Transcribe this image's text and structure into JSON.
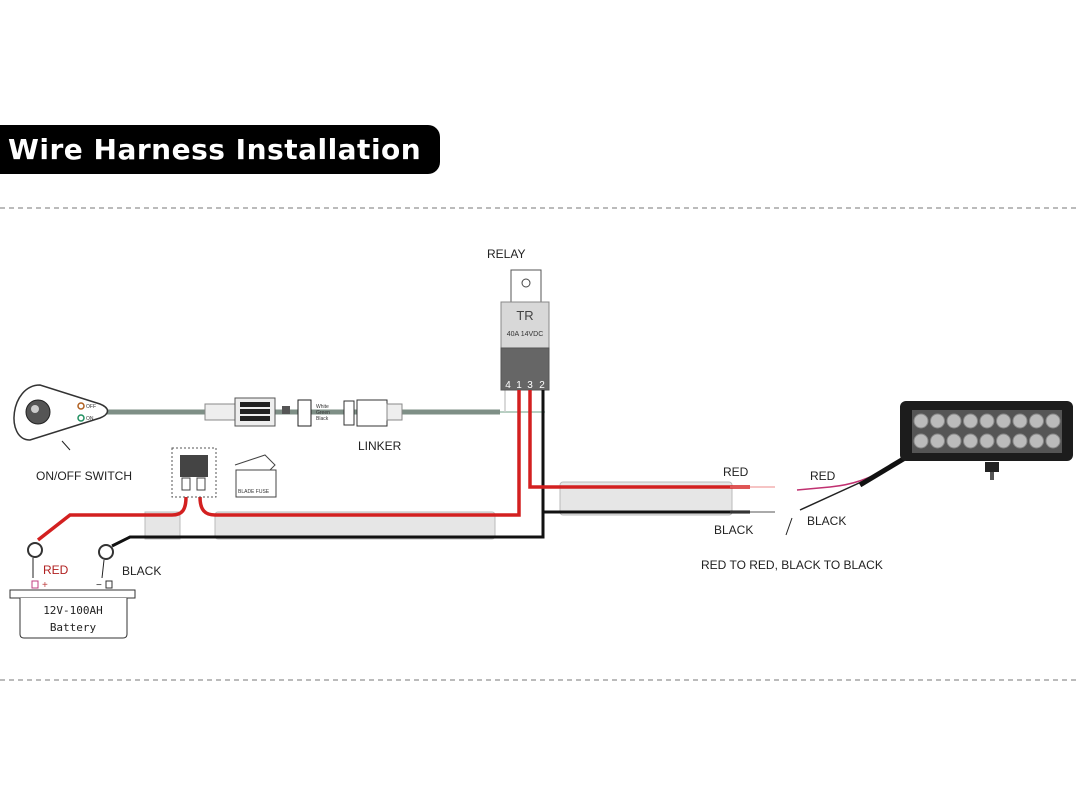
{
  "title": "Wire Harness Installation",
  "relay": {
    "label": "RELAY",
    "brand": "TR",
    "rating": "40A 14VDC",
    "pins": [
      "4",
      "1",
      "3",
      "2"
    ]
  },
  "switch": {
    "label": "ON/OFF SWITCH",
    "off": "OFF",
    "on": "ON"
  },
  "linker": {
    "label": "LINKER",
    "wires": [
      "White",
      "Green",
      "Black"
    ]
  },
  "fuse": {
    "label": "BLADE FUSE"
  },
  "battery": {
    "model": "12V-100AH",
    "name": "Battery",
    "pos_label": "RED",
    "neg_label": "BLACK",
    "plus": "+",
    "minus": "−"
  },
  "harness_out": {
    "red": "RED",
    "black": "BLACK"
  },
  "light_bar": {
    "red": "RED",
    "black": "BLACK"
  },
  "instruction": "RED TO RED, BLACK TO BLACK",
  "colors": {
    "red_wire": "#d32020",
    "black_wire": "#111111",
    "sleeve": "#e6e6e6",
    "title_bg": "#000000"
  }
}
